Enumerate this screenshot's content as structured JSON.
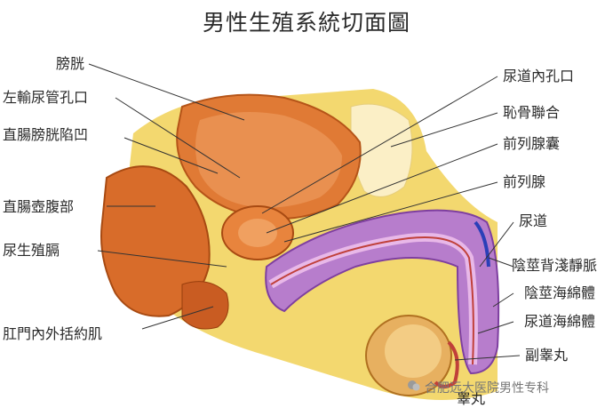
{
  "title": "男性生殖系統切面圖",
  "labels_left": [
    {
      "key": "bladder",
      "text": "膀胱"
    },
    {
      "key": "ureter_orifice",
      "text": "左輸尿管孔口"
    },
    {
      "key": "rectovesical_pouch",
      "text": "直腸膀胱陷凹"
    },
    {
      "key": "rectal_ampulla",
      "text": "直腸壺腹部"
    },
    {
      "key": "urogenital_diaphragm",
      "text": "尿生殖膈"
    },
    {
      "key": "anal_sphincter",
      "text": "肛門內外括約肌"
    }
  ],
  "labels_right": [
    {
      "key": "internal_urethral_orifice",
      "text": "尿道內孔口"
    },
    {
      "key": "pubic_symphysis",
      "text": "恥骨聯合"
    },
    {
      "key": "prostatic_utricle",
      "text": "前列腺囊"
    },
    {
      "key": "prostate",
      "text": "前列腺"
    },
    {
      "key": "urethra",
      "text": "尿道"
    },
    {
      "key": "dorsal_vein",
      "text": "陰莖背淺靜脈"
    },
    {
      "key": "corpus_cavernosum",
      "text": "陰莖海綿體"
    },
    {
      "key": "corpus_spongiosum",
      "text": "尿道海綿體"
    },
    {
      "key": "epididymis",
      "text": "副睾丸"
    },
    {
      "key": "testis",
      "text": "睾丸"
    }
  ],
  "watermark": "合肥远大医院男性专科",
  "colors": {
    "background": "#ffffff",
    "tissue_yellow": "#f2d46a",
    "muscle_orange": "#d9742e",
    "cavernous_purple": "#a060c0",
    "leader_line": "#333333"
  }
}
